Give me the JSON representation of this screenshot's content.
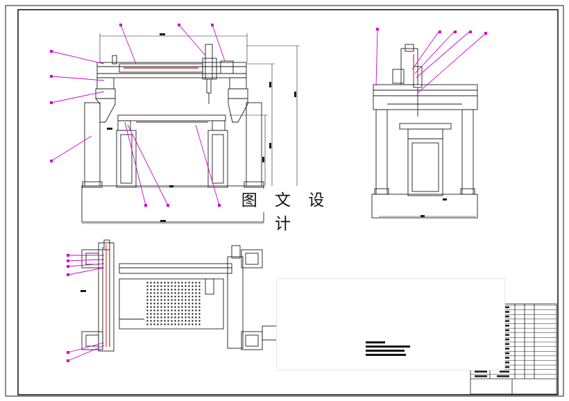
{
  "watermark": {
    "text": "图 文 设 计"
  },
  "colors": {
    "line": "#1a1a1a",
    "leader": "#d000d0",
    "part_red": "#d00000",
    "note_bar": "#111111"
  },
  "title_block": {
    "rows": 16,
    "columns": 6
  },
  "icons": [
    "callout-tag-icon"
  ]
}
